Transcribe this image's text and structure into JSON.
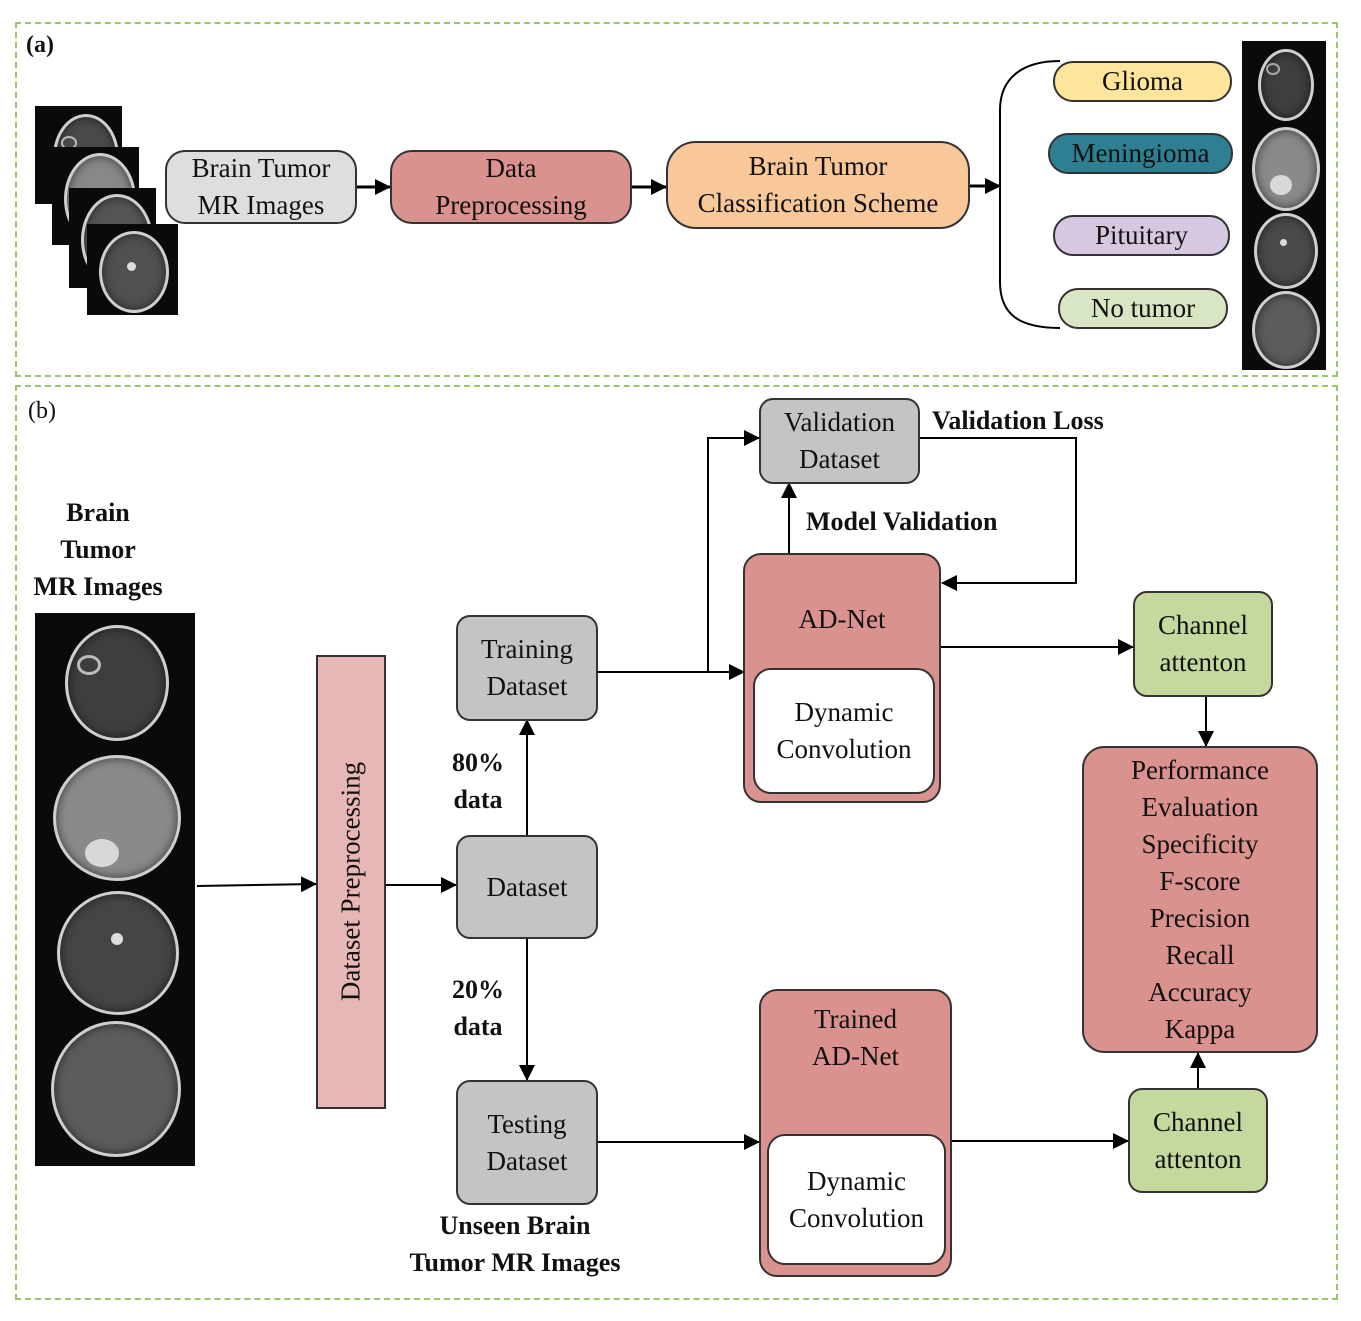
{
  "panel_a": {
    "label": "(a)",
    "input_box": "Brain Tumor\nMR Images",
    "preprocessing_box": "Data\nPreprocessing",
    "classification_box": "Brain Tumor\nClassification Scheme",
    "classes": [
      {
        "label": "Glioma",
        "color": "#fde59c"
      },
      {
        "label": "Meningioma",
        "color": "#2e7f91"
      },
      {
        "label": "Pituitary",
        "color": "#d5c8e0"
      },
      {
        "label": "No tumor",
        "color": "#d8e6c3"
      }
    ]
  },
  "panel_b": {
    "label": "(b)",
    "input_title": "Brain\nTumor\nMR Images",
    "dataset_preprocessing": "Dataset Preprocessing",
    "training_dataset": "Training\nDataset",
    "dataset": "Dataset",
    "testing_dataset": "Testing\nDataset",
    "split_train": "80%\ndata",
    "split_test": "20%\ndata",
    "unseen_label": "Unseen Brain\nTumor MR Images",
    "validation_dataset": "Validation\nDataset",
    "validation_loss": "Validation Loss",
    "model_validation": "Model Validation",
    "adnet": "AD-Net",
    "dynamic_conv": "Dynamic\nConvolution",
    "trained_adnet": "Trained\nAD-Net",
    "dynamic_conv_trained": "Dynamic\nConvolution",
    "channel_attention_top": "Channel\nattenton",
    "channel_attention_bottom": "Channel\nattenton",
    "performance": {
      "title": "Performance\nEvaluation",
      "metrics": [
        "Specificity",
        "F-score",
        "Precision",
        "Recall",
        "Accuracy",
        "Kappa"
      ]
    }
  },
  "colors": {
    "panel_border": "#9cc46a",
    "pink": "#da928e",
    "grey": "#c4c4c4",
    "green": "#c5d89e",
    "orange": "#f8c79a"
  }
}
